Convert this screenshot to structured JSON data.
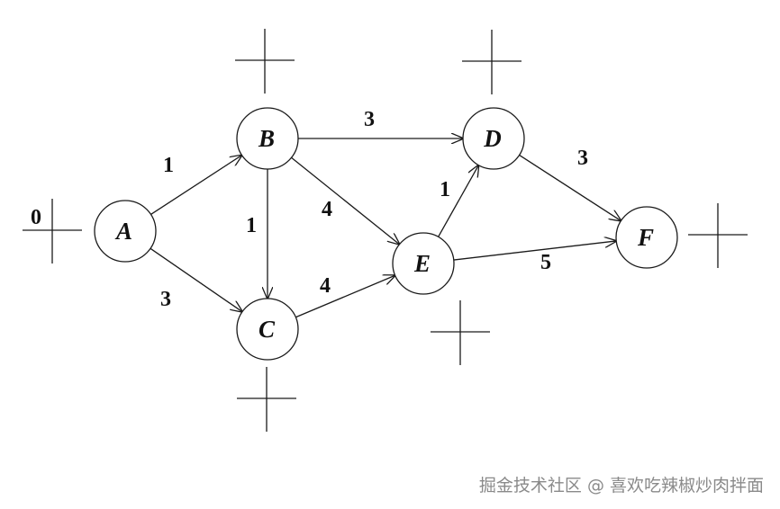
{
  "nodes": [
    {
      "id": "A",
      "label": "A"
    },
    {
      "id": "B",
      "label": "B"
    },
    {
      "id": "C",
      "label": "C"
    },
    {
      "id": "D",
      "label": "D"
    },
    {
      "id": "E",
      "label": "E"
    },
    {
      "id": "F",
      "label": "F"
    }
  ],
  "edges": [
    {
      "from": "A",
      "to": "B",
      "weight": "1"
    },
    {
      "from": "A",
      "to": "C",
      "weight": "3"
    },
    {
      "from": "B",
      "to": "C",
      "weight": "1"
    },
    {
      "from": "B",
      "to": "D",
      "weight": "3"
    },
    {
      "from": "B",
      "to": "E",
      "weight": "4"
    },
    {
      "from": "C",
      "to": "E",
      "weight": "4"
    },
    {
      "from": "E",
      "to": "D",
      "weight": "1"
    },
    {
      "from": "D",
      "to": "F",
      "weight": "3"
    },
    {
      "from": "E",
      "to": "F",
      "weight": "5"
    }
  ],
  "time_markers": [
    {
      "node": "A",
      "value": "0"
    },
    {
      "node": "B",
      "value": ""
    },
    {
      "node": "C",
      "value": ""
    },
    {
      "node": "D",
      "value": ""
    },
    {
      "node": "E",
      "value": ""
    },
    {
      "node": "F",
      "value": ""
    }
  ],
  "watermark": "掘金技术社区 @ 喜欢吃辣椒炒肉拌面"
}
